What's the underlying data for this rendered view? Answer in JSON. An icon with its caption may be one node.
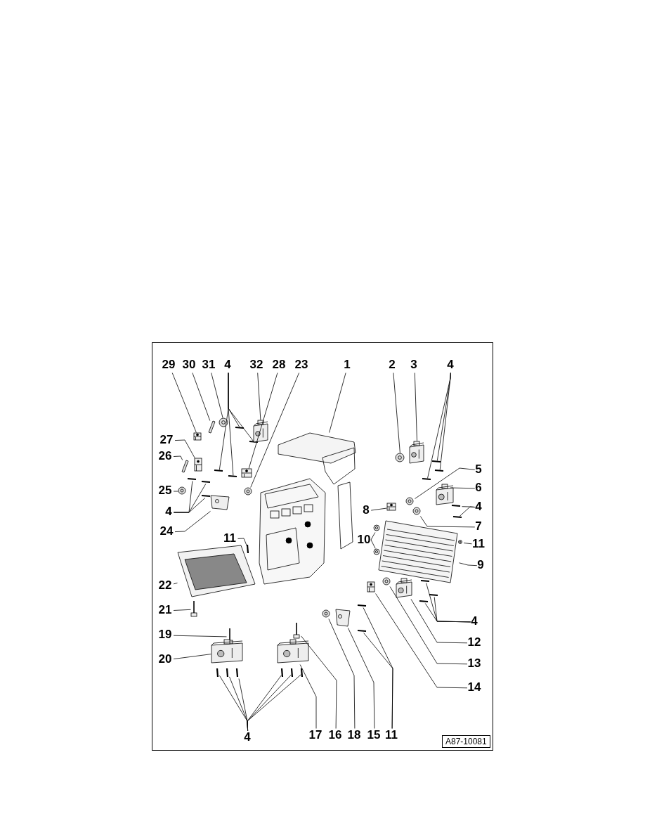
{
  "diagram": {
    "nodes": [
      {
        "text": [
          "29"
        ]
      },
      {
        "text": [
          "30"
        ]
      },
      {
        "text": [
          "31"
        ]
      },
      {
        "text": [
          "4"
        ]
      },
      {
        "text": [
          "32"
        ]
      },
      {
        "text": [
          "28"
        ]
      },
      {
        "text": [
          "23"
        ]
      },
      {
        "text": [
          "1"
        ]
      },
      {
        "text": [
          "2"
        ]
      },
      {
        "text": [
          "3"
        ]
      },
      {
        "text": [
          "4"
        ]
      },
      {
        "text": [
          "27"
        ]
      },
      {
        "text": [
          "26"
        ]
      },
      {
        "text": [
          "5"
        ]
      },
      {
        "text": [
          "6"
        ]
      },
      {
        "text": [
          "25"
        ]
      },
      {
        "text": [
          "4"
        ]
      },
      {
        "text": [
          "8"
        ]
      },
      {
        "text": [
          "4"
        ]
      },
      {
        "text": [
          "7"
        ]
      },
      {
        "text": [
          "24"
        ]
      },
      {
        "text": [
          "11"
        ]
      },
      {
        "text": [
          "10"
        ]
      },
      {
        "text": [
          "11"
        ]
      },
      {
        "text": [
          "9"
        ]
      },
      {
        "text": [
          "22"
        ]
      },
      {
        "text": [
          "21"
        ]
      },
      {
        "text": [
          "4"
        ]
      },
      {
        "text": [
          "19"
        ]
      },
      {
        "text": [
          "12"
        ]
      },
      {
        "text": [
          "20"
        ]
      },
      {
        "text": [
          "13"
        ]
      },
      {
        "text": [
          "14"
        ]
      },
      {
        "text": [
          "4"
        ]
      },
      {
        "text": [
          "17"
        ]
      },
      {
        "text": [
          "16"
        ]
      },
      {
        "text": [
          "18"
        ]
      },
      {
        "text": [
          "15"
        ]
      },
      {
        "text": [
          "11"
        ]
      },
      {
        "text": [],
        "shape": "picture"
      },
      {
        "text": [],
        "shape": "picture"
      },
      {
        "text": [],
        "shape": "picture"
      },
      {
        "text": [],
        "shape": "picture"
      },
      {
        "text": [],
        "shape": "picture"
      },
      {
        "text": [],
        "shape": "picture"
      },
      {
        "text": [],
        "shape": "picture"
      },
      {
        "text": [],
        "shape": "picture"
      },
      {
        "text": [],
        "shape": "picture"
      },
      {
        "text": [],
        "shape": "picture"
      },
      {
        "text": [],
        "shape": "picture"
      },
      {
        "text": [],
        "shape": "picture"
      },
      {
        "text": [],
        "shape": "picture"
      },
      {
        "text": [],
        "shape": "picture"
      },
      {
        "text": [],
        "shape": "picture"
      },
      {
        "text": [],
        "shape": "picture"
      },
      {
        "text": [],
        "shape": "picture"
      },
      {
        "text": [],
        "shape": "picture"
      },
      {
        "text": [],
        "shape": "picture"
      },
      {
        "text": [],
        "shape": "picture"
      },
      {
        "text": [],
        "shape": "picture"
      },
      {
        "text": [],
        "shape": "picture"
      },
      {
        "text": [],
        "shape": "picture"
      },
      {
        "text": [],
        "shape": "picture"
      },
      {
        "text": [],
        "shape": "picture"
      },
      {
        "text": [],
        "shape": "picture"
      },
      {
        "text": [],
        "shape": "picture"
      },
      {
        "text": [],
        "shape": "picture"
      },
      {
        "text": [],
        "shape": "picture"
      },
      {
        "text": [],
        "shape": "picture"
      },
      {
        "text": [],
        "shape": "picture"
      },
      {
        "text": [],
        "shape": "picture"
      },
      {
        "text": [],
        "shape": "picture"
      },
      {
        "text": [],
        "shape": "picture"
      },
      {
        "text": [],
        "shape": "picture"
      },
      {
        "text": [],
        "shape": "picture"
      },
      {
        "text": [],
        "shape": "picture"
      },
      {
        "text": [],
        "shape": "picture"
      },
      {
        "text": [],
        "shape": "picture"
      },
      {
        "text": [],
        "shape": "picture"
      },
      {
        "text": [],
        "shape": "picture"
      },
      {
        "text": [],
        "shape": "picture"
      },
      {
        "text": [],
        "shape": "picture"
      },
      {
        "text": [],
        "shape": "picture"
      },
      {
        "text": [],
        "shape": "picture"
      },
      {
        "text": [],
        "shape": "picture"
      },
      {
        "text": [],
        "shape": "picture"
      },
      {
        "text": [],
        "shape": "picture"
      },
      {
        "text": [],
        "shape": "picture"
      },
      {
        "text": [],
        "shape": "picture"
      },
      {
        "text": [],
        "shape": "picture"
      },
      {
        "text": [],
        "shape": "picture"
      },
      {
        "text": [],
        "shape": "picture"
      },
      {
        "text": [],
        "shape": "picture"
      },
      {
        "text": [],
        "shape": "picture"
      },
      {
        "text": [],
        "shape": "picture"
      }
    ],
    "edges": [
      {
        "from": 0,
        "to": 39,
        "arrow": "none"
      },
      {
        "from": 1,
        "to": 40,
        "arrow": "none"
      },
      {
        "from": 2,
        "to": 41,
        "arrow": "none"
      },
      {
        "from": 3,
        "to": 42,
        "arrow": "none"
      },
      {
        "from": 3,
        "to": 43,
        "arrow": "none"
      },
      {
        "from": 3,
        "to": 44,
        "arrow": "none"
      },
      {
        "from": 3,
        "to": 45,
        "arrow": "none"
      },
      {
        "from": 4,
        "to": 46,
        "arrow": "none"
      },
      {
        "from": 5,
        "to": 47,
        "arrow": "none"
      },
      {
        "from": 6,
        "to": 48,
        "arrow": "none"
      },
      {
        "from": 7,
        "to": 49,
        "arrow": "none"
      },
      {
        "from": 8,
        "to": 50,
        "arrow": "none"
      },
      {
        "from": 9,
        "to": 51,
        "arrow": "none"
      },
      {
        "from": 10,
        "to": 52,
        "arrow": "none"
      },
      {
        "from": 10,
        "to": 53,
        "arrow": "none"
      },
      {
        "from": 10,
        "to": 54,
        "arrow": "none"
      },
      {
        "from": 11,
        "to": 55,
        "arrow": "none"
      },
      {
        "from": 12,
        "to": 56,
        "arrow": "none"
      },
      {
        "from": 13,
        "to": 57,
        "arrow": "none"
      },
      {
        "from": 14,
        "to": 58,
        "arrow": "none"
      },
      {
        "from": 15,
        "to": 59,
        "arrow": "none"
      },
      {
        "from": 16,
        "to": 60,
        "arrow": "none"
      },
      {
        "from": 16,
        "to": 61,
        "arrow": "none"
      },
      {
        "from": 17,
        "to": 62,
        "arrow": "none"
      },
      {
        "from": 18,
        "to": 63,
        "arrow": "none"
      },
      {
        "from": 18,
        "to": 64,
        "arrow": "none"
      },
      {
        "from": 18,
        "to": 65,
        "arrow": "none"
      },
      {
        "from": 19,
        "to": 66,
        "arrow": "none"
      },
      {
        "from": 20,
        "to": 67,
        "arrow": "none"
      },
      {
        "from": 21,
        "to": 68,
        "arrow": "none"
      },
      {
        "from": 22,
        "to": 69,
        "arrow": "none"
      },
      {
        "from": 22,
        "to": 70,
        "arrow": "none"
      },
      {
        "from": 23,
        "to": 71,
        "arrow": "none"
      },
      {
        "from": 24,
        "to": 72,
        "arrow": "none"
      },
      {
        "from": 25,
        "to": 73,
        "arrow": "none"
      },
      {
        "from": 26,
        "to": 74,
        "arrow": "none"
      },
      {
        "from": 27,
        "to": 75,
        "arrow": "none"
      },
      {
        "from": 27,
        "to": 76,
        "arrow": "none"
      },
      {
        "from": 27,
        "to": 77,
        "arrow": "none"
      },
      {
        "from": 28,
        "to": 78,
        "arrow": "none"
      },
      {
        "from": 29,
        "to": 79,
        "arrow": "none"
      },
      {
        "from": 30,
        "to": 80,
        "arrow": "none"
      },
      {
        "from": 31,
        "to": 81,
        "arrow": "none"
      },
      {
        "from": 32,
        "to": 82,
        "arrow": "none"
      },
      {
        "from": 33,
        "to": 83,
        "arrow": "none"
      },
      {
        "from": 33,
        "to": 84,
        "arrow": "none"
      },
      {
        "from": 33,
        "to": 85,
        "arrow": "none"
      },
      {
        "from": 33,
        "to": 86,
        "arrow": "none"
      },
      {
        "from": 33,
        "to": 87,
        "arrow": "none"
      },
      {
        "from": 33,
        "to": 88,
        "arrow": "none"
      },
      {
        "from": 34,
        "to": 89,
        "arrow": "none"
      },
      {
        "from": 35,
        "to": 90,
        "arrow": "none"
      },
      {
        "from": 36,
        "to": 91,
        "arrow": "none"
      },
      {
        "from": 37,
        "to": 92,
        "arrow": "none"
      },
      {
        "from": 38,
        "to": 93,
        "arrow": "none"
      },
      {
        "from": 38,
        "to": 94,
        "arrow": "none"
      }
    ],
    "labels": [
      "A87-10081"
    ]
  }
}
